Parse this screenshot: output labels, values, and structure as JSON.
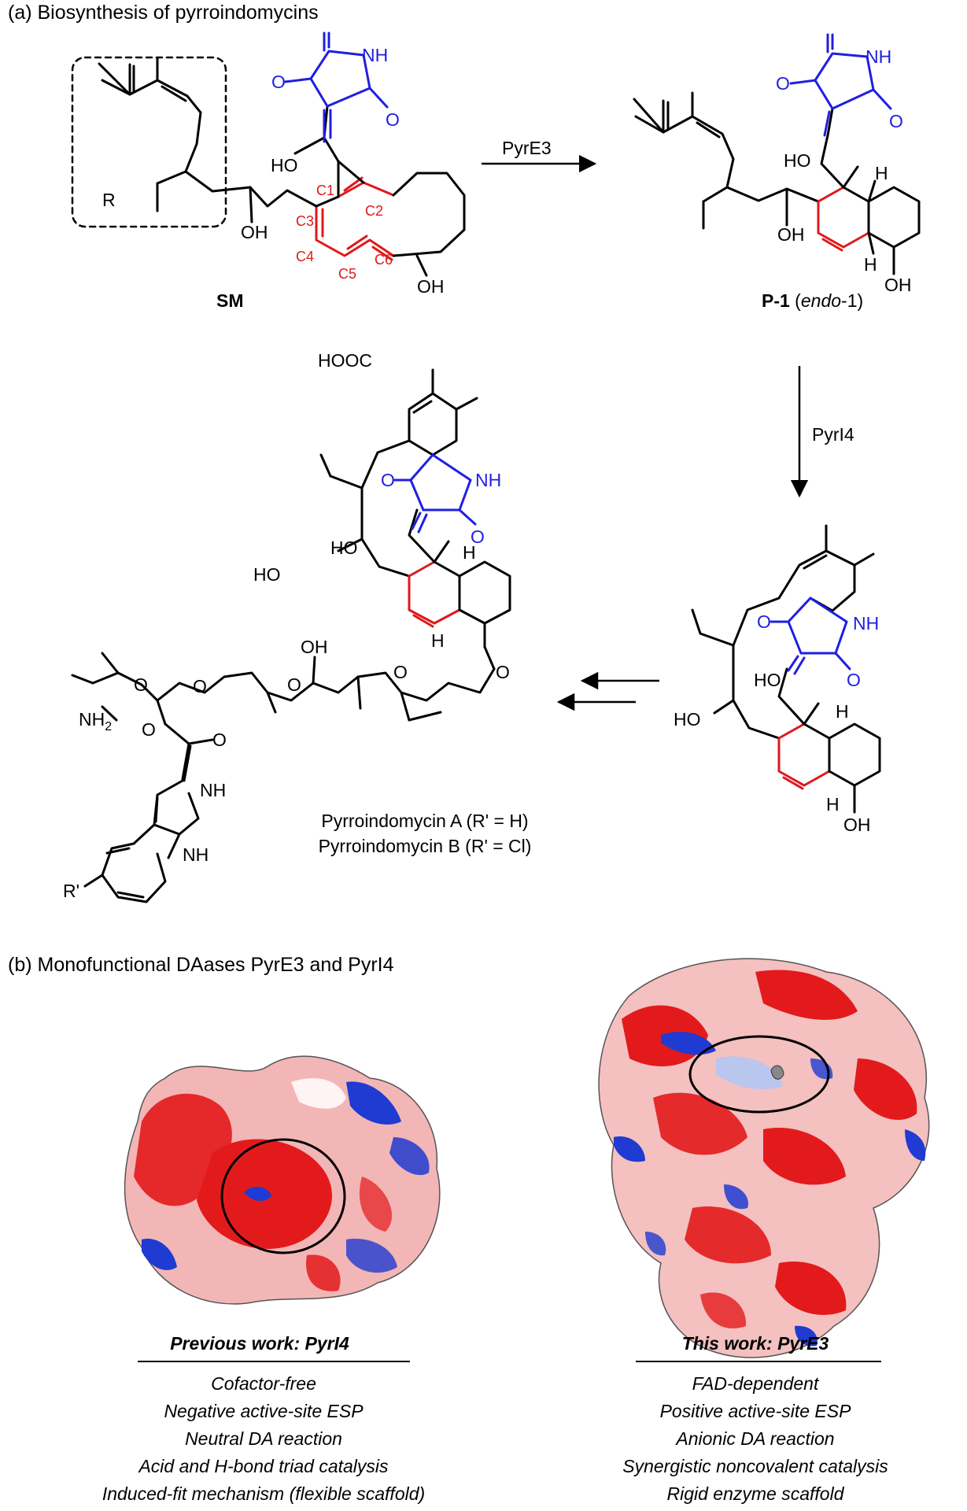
{
  "panel_a": {
    "title": "(a) Biosynthesis of pyrroindomycins",
    "sm_label": "SM",
    "r_label": "R",
    "p1_bold": "P-1",
    "p1_rest_open": " (",
    "p1_italic": "endo",
    "p1_rest_close": "-1)",
    "enzyme_1": "PyrE3",
    "enzyme_2": "PyrI4",
    "carbon_labels": [
      "C1",
      "C2",
      "C3",
      "C4",
      "C5",
      "C6"
    ],
    "atoms": {
      "nh": "NH",
      "o": "O",
      "ho": "HO",
      "oh": "OH",
      "h": "H",
      "hooc": "HOOC",
      "nh2": "NH",
      "nh2_sub": "2",
      "r_prime": "R'"
    },
    "product_names": [
      "Pyrroindomycin A (R' = H)",
      "Pyrroindomycin B (R' = Cl)"
    ]
  },
  "panel_b": {
    "title": "(b) Monofunctional DAases PyrE3 and PyrI4",
    "previous": {
      "title": "Previous work: PyrI4",
      "items": [
        "Cofactor-free",
        "Negative active-site ESP",
        "Neutral DA reaction",
        "Acid and H-bond triad catalysis",
        "Induced-fit mechanism (flexible scaffold)"
      ]
    },
    "current": {
      "title": "This work: PyrE3",
      "items": [
        "FAD-dependent",
        "Positive active-site ESP",
        "Anionic DA reaction",
        "Synergistic noncovalent catalysis",
        "Rigid enzyme scaffold"
      ]
    }
  },
  "colors": {
    "tetramate": "#1f1fe0",
    "new_ring": "#e0181b",
    "esp_negative": "#e31a1c",
    "esp_positive": "#1f3bd1",
    "esp_neutral": "#ffffff"
  }
}
